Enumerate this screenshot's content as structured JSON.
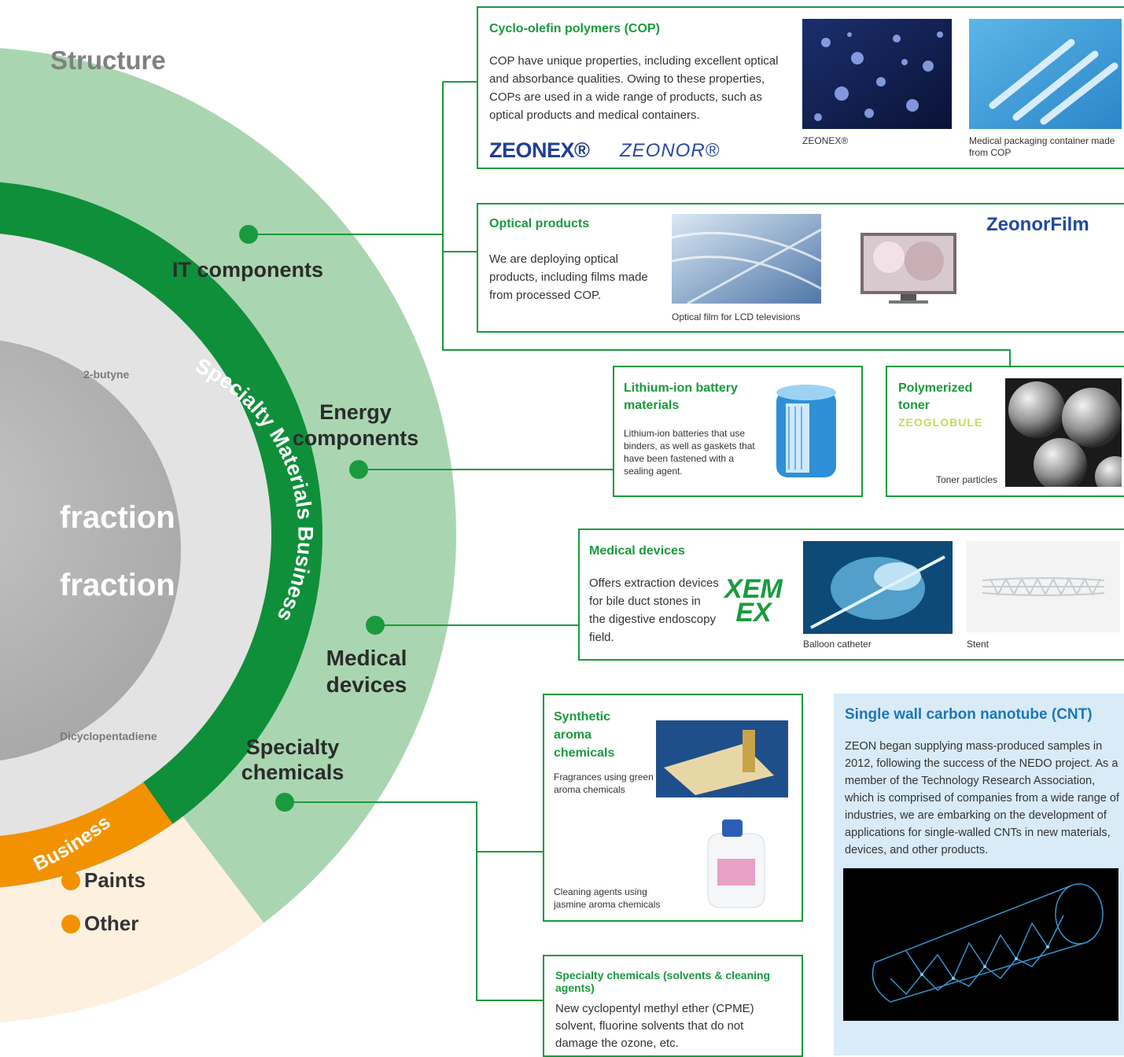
{
  "heading": "Structure",
  "colors": {
    "accent_green": "#1a9a3e",
    "light_green": "#a9d6b0",
    "orange": "#f39200",
    "cream": "#fdf0df",
    "grey_ring": "#e3e3e3",
    "grey_core": "#b8b8b8"
  },
  "ring": {
    "specialty_arc": "Specialty Materials Business",
    "business_arc": "Business",
    "inner_top": "2-butyne",
    "inner_bottom": "Dicyclopentadiene",
    "core_1": "fraction",
    "core_2": "fraction"
  },
  "segments": {
    "it": "IT components",
    "energy_1": "Energy",
    "energy_2": "components",
    "medical_1": "Medical",
    "medical_2": "devices",
    "chem_1": "Specialty",
    "chem_2": "chemicals"
  },
  "legend": [
    "Paints",
    "Other"
  ],
  "cop": {
    "title": "Cyclo-olefin polymers (COP)",
    "body": "COP have unique properties, including excellent optical and absorbance qualities. Owing to these properties, COPs are used in a wide range of products, such as optical products and medical containers.",
    "logo1": "ZEONEX®",
    "logo2": "ZEONOR®",
    "cap1": "ZEONEX®",
    "cap2": "Medical packaging container made from COP"
  },
  "optical": {
    "title": "Optical products",
    "body": "We are deploying optical products, including films made from processed COP.",
    "cap": "Optical film for LCD televisions",
    "logo": "ZeonorFilm"
  },
  "lithium": {
    "title": "Lithium-ion battery materials",
    "body": "Lithium-ion batteries that use binders, as well as gaskets that have been fastened with a sealing agent."
  },
  "toner": {
    "title": "Polymerized toner",
    "logo": "ZEOGLOBULE",
    "cap": "Toner particles"
  },
  "medical": {
    "title": "Medical devices",
    "body": "Offers extraction devices for bile duct stones in the digestive endoscopy field.",
    "logo": "XEMEX",
    "cap1": "Balloon catheter",
    "cap2": "Stent"
  },
  "aroma": {
    "title": "Synthetic aroma chemicals",
    "cap1": "Fragrances using green aroma chemicals",
    "cap2": "Cleaning agents using jasmine aroma chemicals"
  },
  "solvents": {
    "title": "Specialty chemicals (solvents & cleaning agents)",
    "body": "New cyclopentyl methyl ether (CPME) solvent, fluorine solvents that do not damage the ozone, etc."
  },
  "cnt": {
    "title": "Single wall carbon nanotube (CNT)",
    "body": "ZEON began supplying mass-produced samples in 2012, following the success of the NEDO project. As a member of the Technology Research Association, which is comprised of companies from a wide range of industries, we are embarking on the development of applications for single-walled CNTs in new materials, devices, and other products."
  }
}
